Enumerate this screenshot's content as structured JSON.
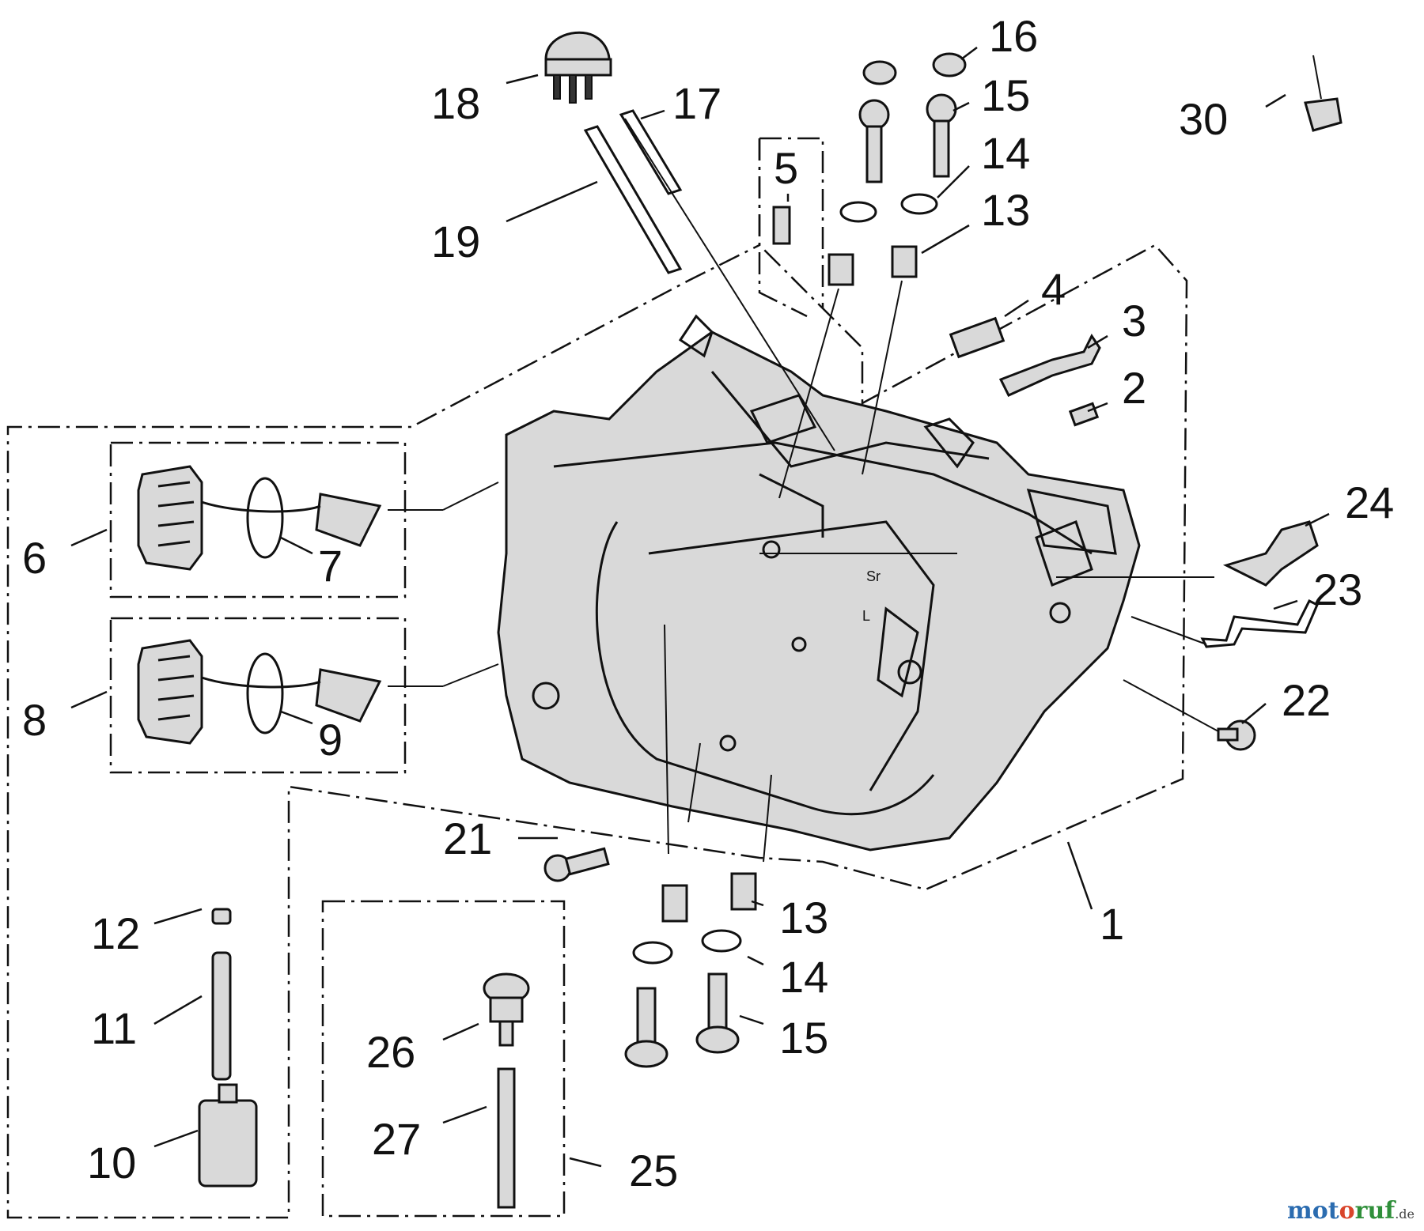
{
  "diagram": {
    "callouts": [
      "1",
      "2",
      "3",
      "4",
      "5",
      "6",
      "7",
      "8",
      "9",
      "10",
      "11",
      "12",
      "13",
      "14",
      "15",
      "16",
      "17",
      "18",
      "19",
      "21",
      "22",
      "23",
      "24",
      "25",
      "26",
      "27",
      "30"
    ],
    "callouts_lower": [
      "13",
      "14",
      "15"
    ],
    "housing_marks": [
      "Sr",
      "L"
    ]
  },
  "watermark": {
    "part1": "mot",
    "part2": "o",
    "part3": "ruf",
    "suffix": ".de"
  }
}
